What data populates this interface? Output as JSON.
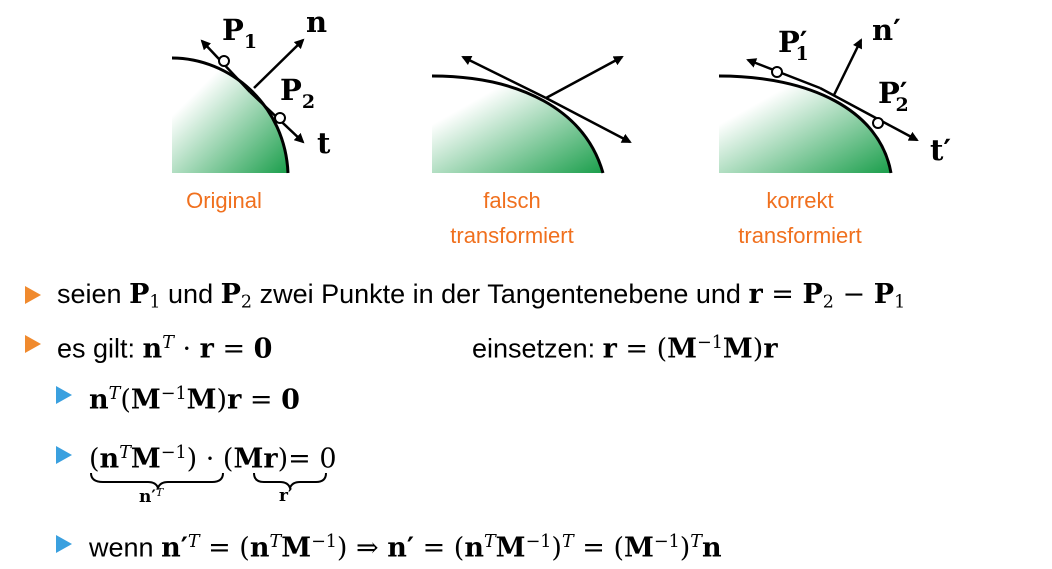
{
  "figures": {
    "original": {
      "caption": "Original",
      "labels": {
        "p1": "P",
        "p1_sub": "1",
        "n": "n",
        "p2": "P",
        "p2_sub": "2",
        "t": "t"
      }
    },
    "wrong": {
      "caption_line1": "falsch",
      "caption_line2": "transformiert"
    },
    "correct": {
      "caption_line1": "korrekt",
      "caption_line2": "transformiert",
      "labels": {
        "p1": "P′",
        "p1_sub": "1",
        "n": "n′",
        "p2": "P′",
        "p2_sub": "2",
        "t": "t′"
      }
    },
    "colors": {
      "caption": "#f0701e",
      "fill_dark": "#1a9e4b",
      "outline": "#000000"
    }
  },
  "bullets": {
    "b1": {
      "t1": "seien ",
      "p1": "P",
      "s1": "1",
      "t2": " und ",
      "p2": "P",
      "s2": "2",
      "t3": " zwei Punkte in der Tangentenebene und ",
      "r": "r",
      "eq": " = ",
      "p3": "P",
      "s3": "2",
      "minus": " − ",
      "p4": "P",
      "s4": "1"
    },
    "b2": {
      "t1": "es gilt: ",
      "n": "n",
      "T": "T",
      "dot": " · ",
      "r": "r",
      "eq": " = ",
      "zero": "0",
      "t2": "einsetzen: ",
      "r2": "r",
      "eq2": " = (",
      "M1": "M",
      "minus1": "−1",
      "M2": "M",
      "close": ")",
      "r3": "r"
    },
    "b3": {
      "n": "n",
      "T": "T",
      "open": "(",
      "M1": "M",
      "minus1": "−1",
      "M2": "M",
      "close": ")",
      "r": "r",
      "eq": " = ",
      "zero": "0"
    },
    "b4": {
      "open": "(",
      "n": "n",
      "T": "T",
      "M": "M",
      "minus1": "−1",
      "close": ")",
      "dot": " · ",
      "open2": "(",
      "Mr": "Mr",
      "close2": ")",
      "eq": "= 0",
      "under1": "n′",
      "under1_sup": "T",
      "under2": "r′"
    },
    "b5": {
      "t1": "wenn ",
      "n1": "n′",
      "T1": "T",
      "eq1": " = (",
      "n2": "n",
      "T2": "T",
      "M1": "M",
      "m1": "−1",
      "close1": ") ⇒ ",
      "n3": "n′",
      "eq2": " = (",
      "n4": "n",
      "T3": "T",
      "M2": "M",
      "m2": "−1",
      "close2": ")",
      "T4": "T",
      "eq3": " = (",
      "M3": "M",
      "m3": "−1",
      "close3": ")",
      "T5": "T",
      "n5": "n"
    }
  }
}
